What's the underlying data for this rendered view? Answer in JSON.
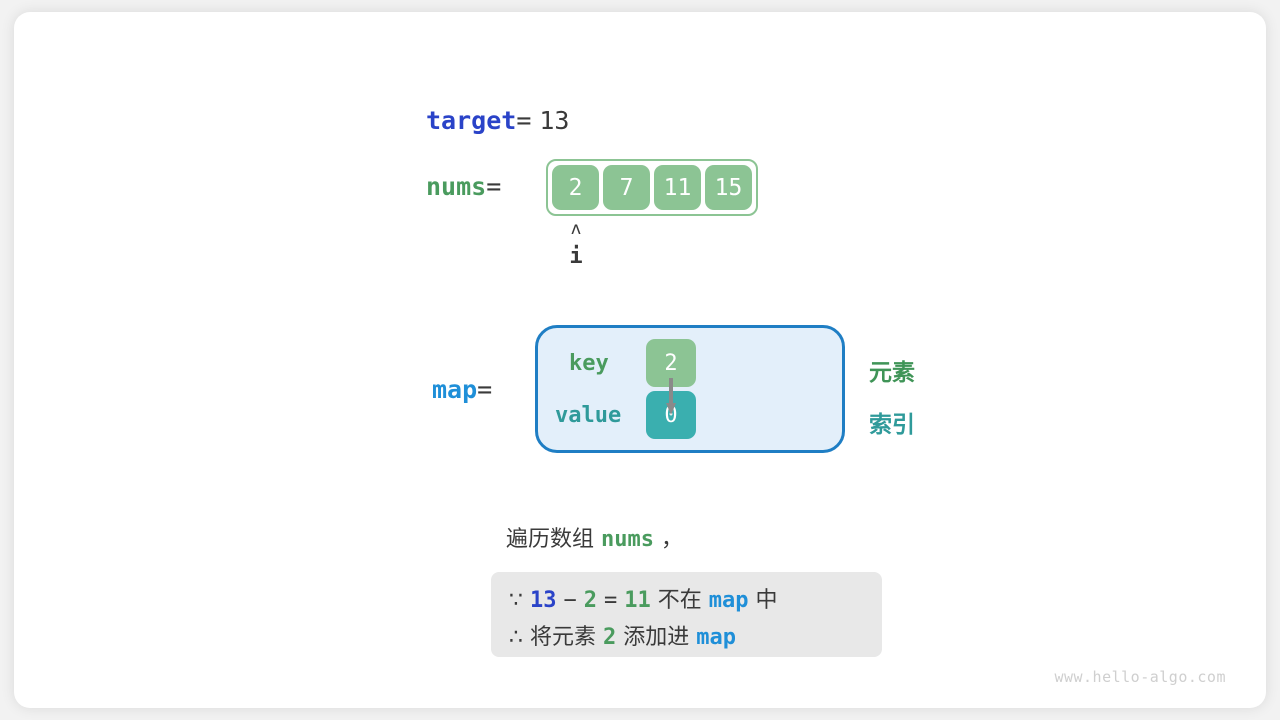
{
  "diagram": {
    "target_row": {
      "name_label": "target",
      "equals": "=",
      "value": "13"
    },
    "nums_row": {
      "name_label": "nums",
      "equals": "=",
      "cells": [
        "2",
        "7",
        "11",
        "15"
      ]
    },
    "pointer": {
      "caret": "ʌ",
      "label": "i"
    },
    "map_row": {
      "name_label": "map",
      "equals": "=",
      "key_label": "key",
      "value_label": "value",
      "key_cell": "2",
      "value_cell": "0",
      "side_labels": {
        "element": "元素",
        "index": "索引"
      }
    },
    "caption": {
      "prefix": "遍历数组 ",
      "code": "nums",
      "suffix": " ，"
    },
    "note": {
      "line1": {
        "because_symbol": "∵",
        "a": "13",
        "minus": "−",
        "b": "2",
        "eq": "=",
        "c": "11",
        "text1": "不在",
        "map": "map",
        "text2": "中"
      },
      "line2": {
        "therefore_symbol": "∴",
        "text1": "将元素",
        "num": "2",
        "text2": "添加进",
        "map": "map"
      }
    },
    "watermark": "www.hello-algo.com"
  },
  "colors": {
    "blue_dark": "#2a43c8",
    "blue": "#1f8fd8",
    "green": "#4a9b5e",
    "teal": "#2f9a9a",
    "gray_text": "#3a3a3a",
    "cell_green": "#8cc494",
    "cell_teal": "#3aafaf",
    "map_bg": "#e3effa",
    "map_border": "#1f7ec4",
    "note_bg": "#e8e8e8"
  }
}
